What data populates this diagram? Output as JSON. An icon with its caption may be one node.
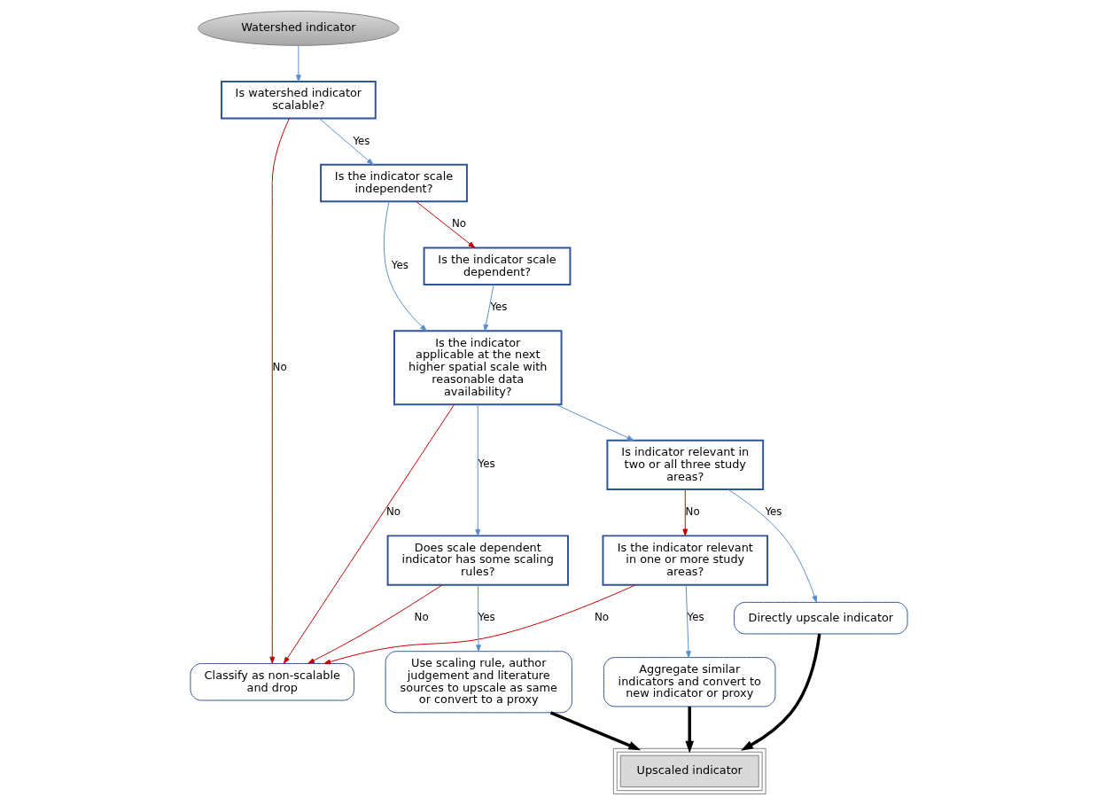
{
  "diagram": {
    "nodes": [
      {
        "text": [
          "Watershed indicator"
        ]
      },
      {
        "text": [
          "Is watershed indicator scalable?"
        ]
      },
      {
        "text": [
          "Is the indicator scale independent?"
        ]
      },
      {
        "text": [
          "Is the indicator scale dependent?"
        ]
      },
      {
        "text": [
          "Is the indicator applicable at the next higher spatial scale with reasonable data availability?"
        ]
      },
      {
        "text": [
          "Is indicator relevant in two or all three study areas?"
        ]
      },
      {
        "text": [
          "Is the indicator relevant in one or more study areas?"
        ]
      },
      {
        "text": [
          "Does scale dependent indicator has some scaling rules?"
        ]
      },
      {
        "text": [
          "Directly upscale indicator"
        ]
      },
      {
        "text": [
          "Aggregate similar indicators and convert to new indicator or proxy"
        ]
      },
      {
        "text": [
          "Use scaling rule, author judgement and literature sources to upscale as same or convert to a proxy"
        ]
      },
      {
        "text": [
          "Upscaled indicator"
        ]
      },
      {
        "text": [
          "Classify as non-scalable and drop"
        ]
      }
    ],
    "edges": [
      {
        "from": 0,
        "to": 1,
        "arrow": "to"
      },
      {
        "from": 1,
        "to": 12,
        "arrow": "to",
        "label": "No",
        "color": "#c00000"
      },
      {
        "from": 1,
        "to": 2,
        "arrow": "to",
        "label": "Yes"
      },
      {
        "from": 2,
        "to": 3,
        "arrow": "to",
        "label": "No",
        "color": "#c00000"
      },
      {
        "from": 2,
        "to": 4,
        "arrow": "to",
        "label": "Yes"
      },
      {
        "from": 3,
        "to": 4,
        "arrow": "to",
        "label": "Yes"
      },
      {
        "from": 4,
        "to": 12,
        "arrow": "to",
        "label": "No",
        "color": "#c00000"
      },
      {
        "from": 4,
        "to": 7,
        "arrow": "to",
        "label": "Yes"
      },
      {
        "from": 4,
        "to": 5,
        "arrow": "to"
      },
      {
        "from": 5,
        "to": 6,
        "arrow": "to",
        "label": "No",
        "color": "#c00000"
      },
      {
        "from": 5,
        "to": 8,
        "arrow": "to",
        "label": "Yes"
      },
      {
        "from": 6,
        "to": 9,
        "arrow": "to",
        "label": "Yes"
      },
      {
        "from": 6,
        "to": 12,
        "arrow": "to",
        "label": "No",
        "color": "#c00000"
      },
      {
        "from": 7,
        "to": 12,
        "arrow": "to",
        "label": "No",
        "color": "#c00000"
      },
      {
        "from": 7,
        "to": 10,
        "arrow": "to",
        "label": "Yes"
      },
      {
        "from": 8,
        "to": 11,
        "arrow": "to",
        "style": "thick",
        "color": "#000000"
      },
      {
        "from": 9,
        "to": 11,
        "arrow": "to",
        "style": "thick",
        "color": "#000000"
      },
      {
        "from": 10,
        "to": 11,
        "arrow": "to",
        "style": "thick",
        "color": "#000000"
      }
    ]
  }
}
